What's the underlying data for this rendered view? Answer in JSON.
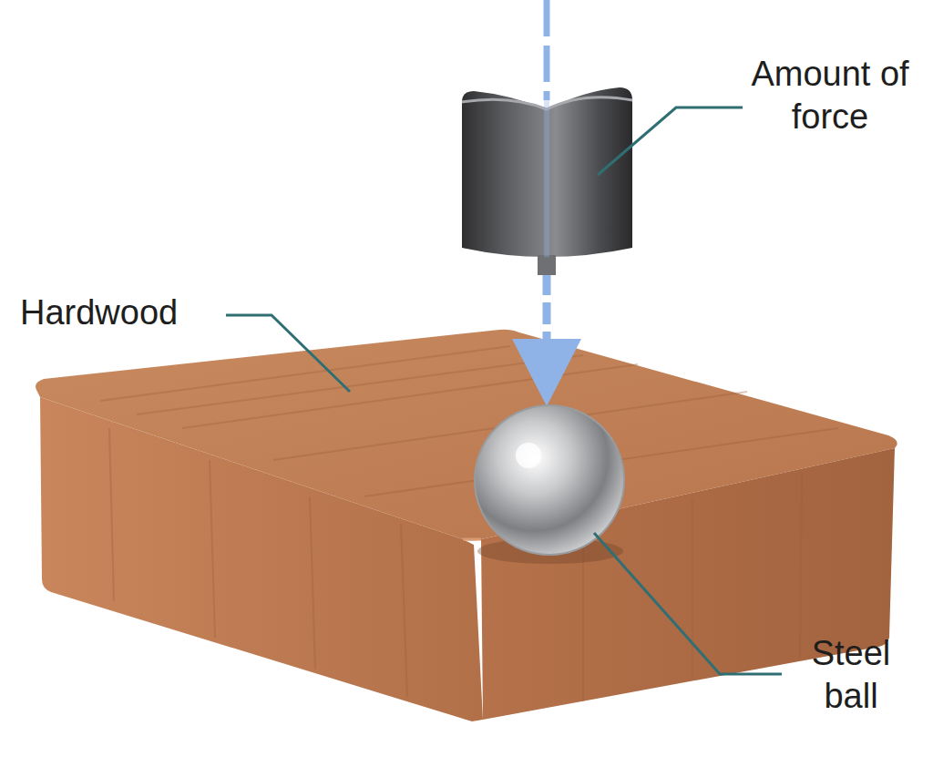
{
  "diagram": {
    "labels": [
      "Amount of force",
      "Hardwood",
      "Steel ball"
    ]
  }
}
